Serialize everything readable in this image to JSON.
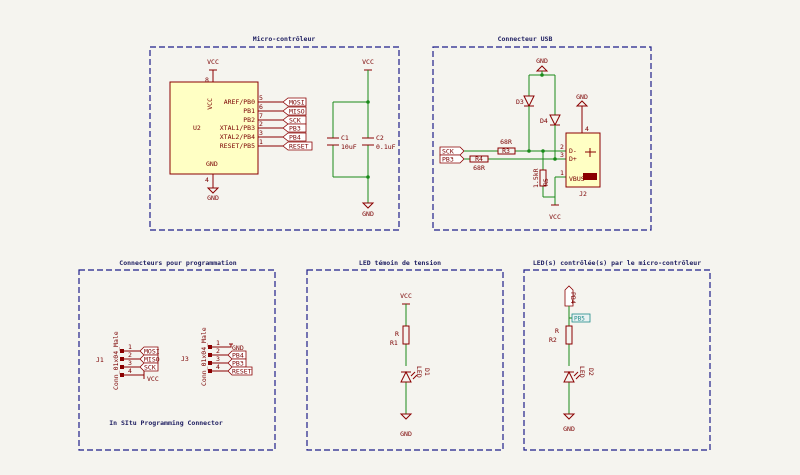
{
  "blocks": {
    "mcu": "Micro-contrôleur",
    "usb": "Connecteur USB",
    "prog": "Connecteurs pour programmation",
    "led_power": "LED témoin de tension",
    "led_mcu": "LED(s) contrôlée(s) par le micro-contrôleur"
  },
  "power": {
    "vcc": "VCC",
    "gnd": "GND"
  },
  "mcu": {
    "ref": "U2",
    "pin_vcc": "8",
    "pin_gnd": "4",
    "pins": [
      {
        "name": "AREF/PB0",
        "num": "5",
        "net": "MOSI"
      },
      {
        "name": "PB1",
        "num": "6",
        "net": "MISO"
      },
      {
        "name": "PB2",
        "num": "7",
        "net": "SCK"
      },
      {
        "name": "XTAL1/PB3",
        "num": "2",
        "net": "PB3"
      },
      {
        "name": "XTAL2/PB4",
        "num": "3",
        "net": "PB4"
      },
      {
        "name": "RESET/PB5",
        "num": "1",
        "net": "RESET"
      }
    ],
    "c1_ref": "C1",
    "c1_val": "10uF",
    "c2_ref": "C2",
    "c2_val": "0.1uF"
  },
  "usb": {
    "d3": "D3",
    "d4": "D4",
    "r3_val": "68R",
    "r3_ref": "R3",
    "r4_ref": "R4",
    "r4_val": "68R",
    "r5_val": "1.5kR",
    "r5_ref": "R5",
    "j2": "J2",
    "dm": "D-",
    "dp": "D+",
    "vbus": "VBUS",
    "pin2": "2",
    "pin3": "3",
    "pin1": "1",
    "pin4": "4",
    "net_sck": "SCK",
    "net_pb3": "PB3"
  },
  "prog": {
    "j1": "J1",
    "j1_val": "Conn_01x04_Male",
    "j3": "J3",
    "j3_val": "Conn_01x04_Male",
    "j1_nets": [
      "MOSI",
      "MISO",
      "SCK",
      "VCC"
    ],
    "j3_nets": [
      "GND",
      "PB4",
      "PB3",
      "RESET"
    ],
    "pin_nums": [
      "1",
      "2",
      "3",
      "4"
    ],
    "caption": "In SItu Programming Connector"
  },
  "led1": {
    "r": "R",
    "r_ref": "R1",
    "d": "LED",
    "d_ref": "D1"
  },
  "led2": {
    "net": "PB4",
    "net2": "PB5",
    "r": "R",
    "r_ref": "R2",
    "d": "LED",
    "d_ref": "D2"
  }
}
